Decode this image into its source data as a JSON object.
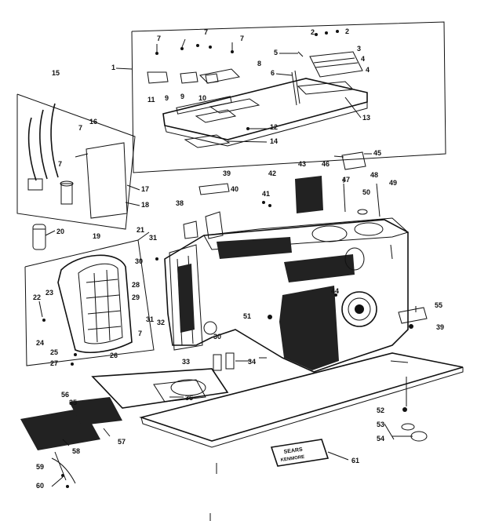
{
  "diagram": {
    "callouts": [
      "1",
      "2",
      "3",
      "4",
      "5",
      "6",
      "7",
      "8",
      "9",
      "10",
      "11",
      "12",
      "13",
      "14",
      "15",
      "16",
      "17",
      "18",
      "19",
      "20",
      "21",
      "22",
      "23",
      "24",
      "25",
      "26",
      "27",
      "28",
      "29",
      "30",
      "31",
      "32",
      "33",
      "34",
      "35",
      "36",
      "38",
      "39",
      "40",
      "41",
      "42",
      "43",
      "44",
      "45",
      "46",
      "47",
      "48",
      "49",
      "50",
      "51",
      "52",
      "53",
      "54",
      "55",
      "56",
      "57",
      "58",
      "59",
      "60",
      "61"
    ],
    "repeated_callouts": {
      "p7a": "7",
      "p7b": "7",
      "p7c": "7",
      "p7d": "7",
      "p7e": "7",
      "p2b": "2",
      "p4b": "4",
      "p9b": "9",
      "p30b": "30",
      "p31b": "31",
      "p39b": "39"
    },
    "nameplate_text_line1": "SEARS",
    "nameplate_text_line2": "KENMORE"
  }
}
